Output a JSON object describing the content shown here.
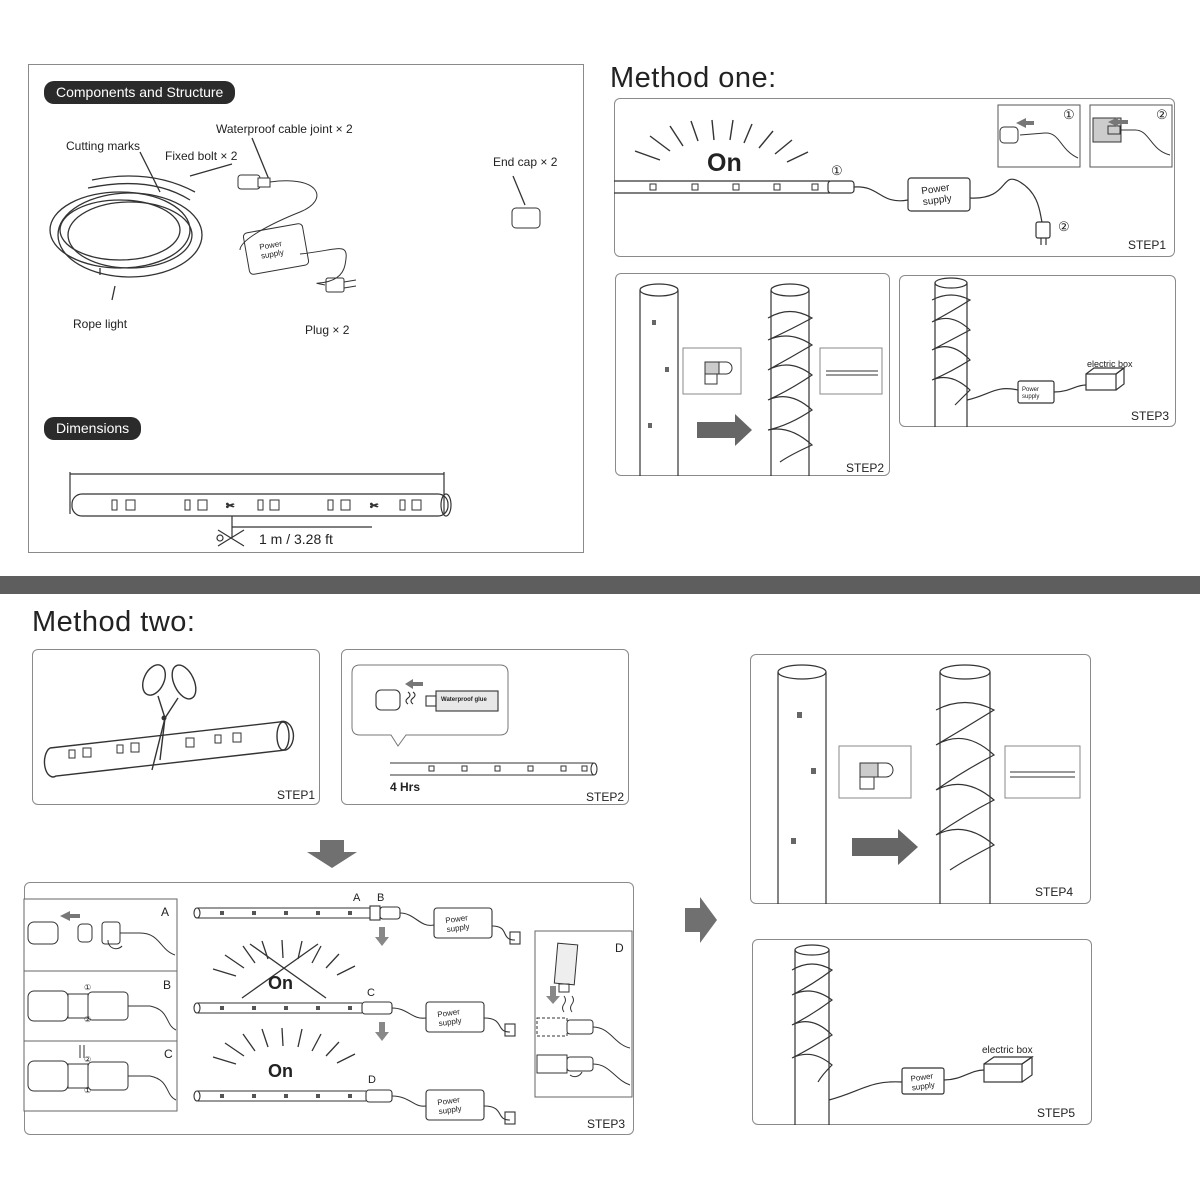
{
  "components": {
    "title": "Components and Structure",
    "cutting_marks": "Cutting marks",
    "fixed_bolt": "Fixed bolt × 2",
    "joint": "Waterproof cable joint × 2",
    "end_cap": "End cap × 2",
    "rope_light": "Rope light",
    "plug": "Plug × 2",
    "power_supply": "Power supply",
    "dimensions_title": "Dimensions",
    "length": "1 m / 3.28 ft"
  },
  "method_one": {
    "heading": "Method one:",
    "on": "On",
    "power_supply": "Power supply",
    "circle1": "①",
    "circle2": "②",
    "step1": "STEP1",
    "step2": "STEP2",
    "step3": "STEP3",
    "electric_box": "electric box"
  },
  "method_two": {
    "heading": "Method two:",
    "step1": "STEP1",
    "step2": "STEP2",
    "glue": "Waterproof glue",
    "hrs": "4 Hrs",
    "step3": "STEP3",
    "step4": "STEP4",
    "step5": "STEP5",
    "on": "On",
    "power_supply": "Power supply",
    "letter_a": "A",
    "letter_b": "B",
    "letter_c": "C",
    "letter_d": "D",
    "circle1": "①",
    "circle2": "②",
    "electric_box": "electric box"
  },
  "colors": {
    "divider": "#5e5e5e",
    "arrow": "#707070",
    "line": "#333333"
  }
}
